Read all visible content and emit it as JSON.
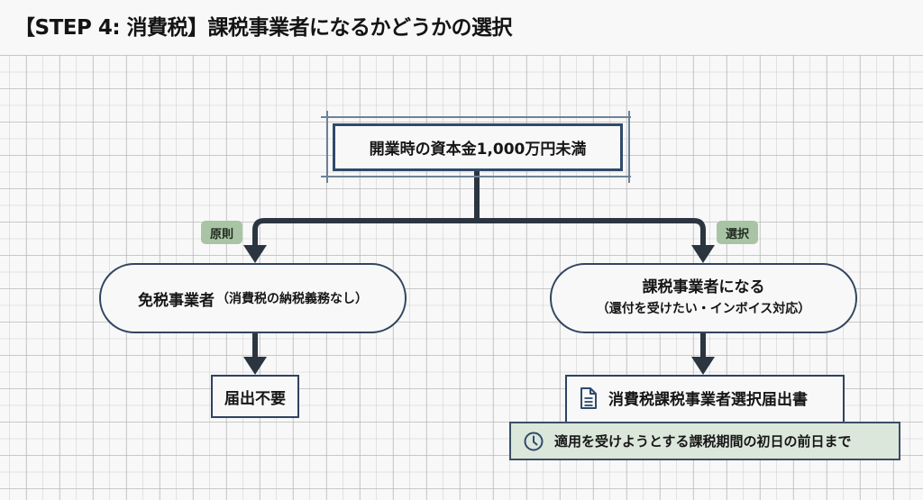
{
  "header": {
    "title": "【STEP 4: 消費税】課税事業者になるかどうかの選択"
  },
  "flowchart": {
    "start": {
      "label": "開業時の資本金1,000万円未満"
    },
    "branches": {
      "left": {
        "badge": "原則",
        "node_main": "免税事業者",
        "node_sub": "（消費税の納税義務なし）",
        "result": "届出不要"
      },
      "right": {
        "badge": "選択",
        "node_main": "課税事業者になる",
        "node_sub": "（還付を受けたい・インボイス対応）",
        "document": {
          "icon": "document-icon",
          "label": "消費税課税事業者選択届出書"
        },
        "deadline": {
          "icon": "clock-icon",
          "label": "適用を受けようとする課税期間の初日の前日まで"
        }
      }
    }
  },
  "colors": {
    "connector": "#2b3540",
    "box_border": "#2f4a6b",
    "badge_bg": "#a9c4a4",
    "deadline_bg": "#dce7dc",
    "grid_bg": "#f8f8f8"
  }
}
